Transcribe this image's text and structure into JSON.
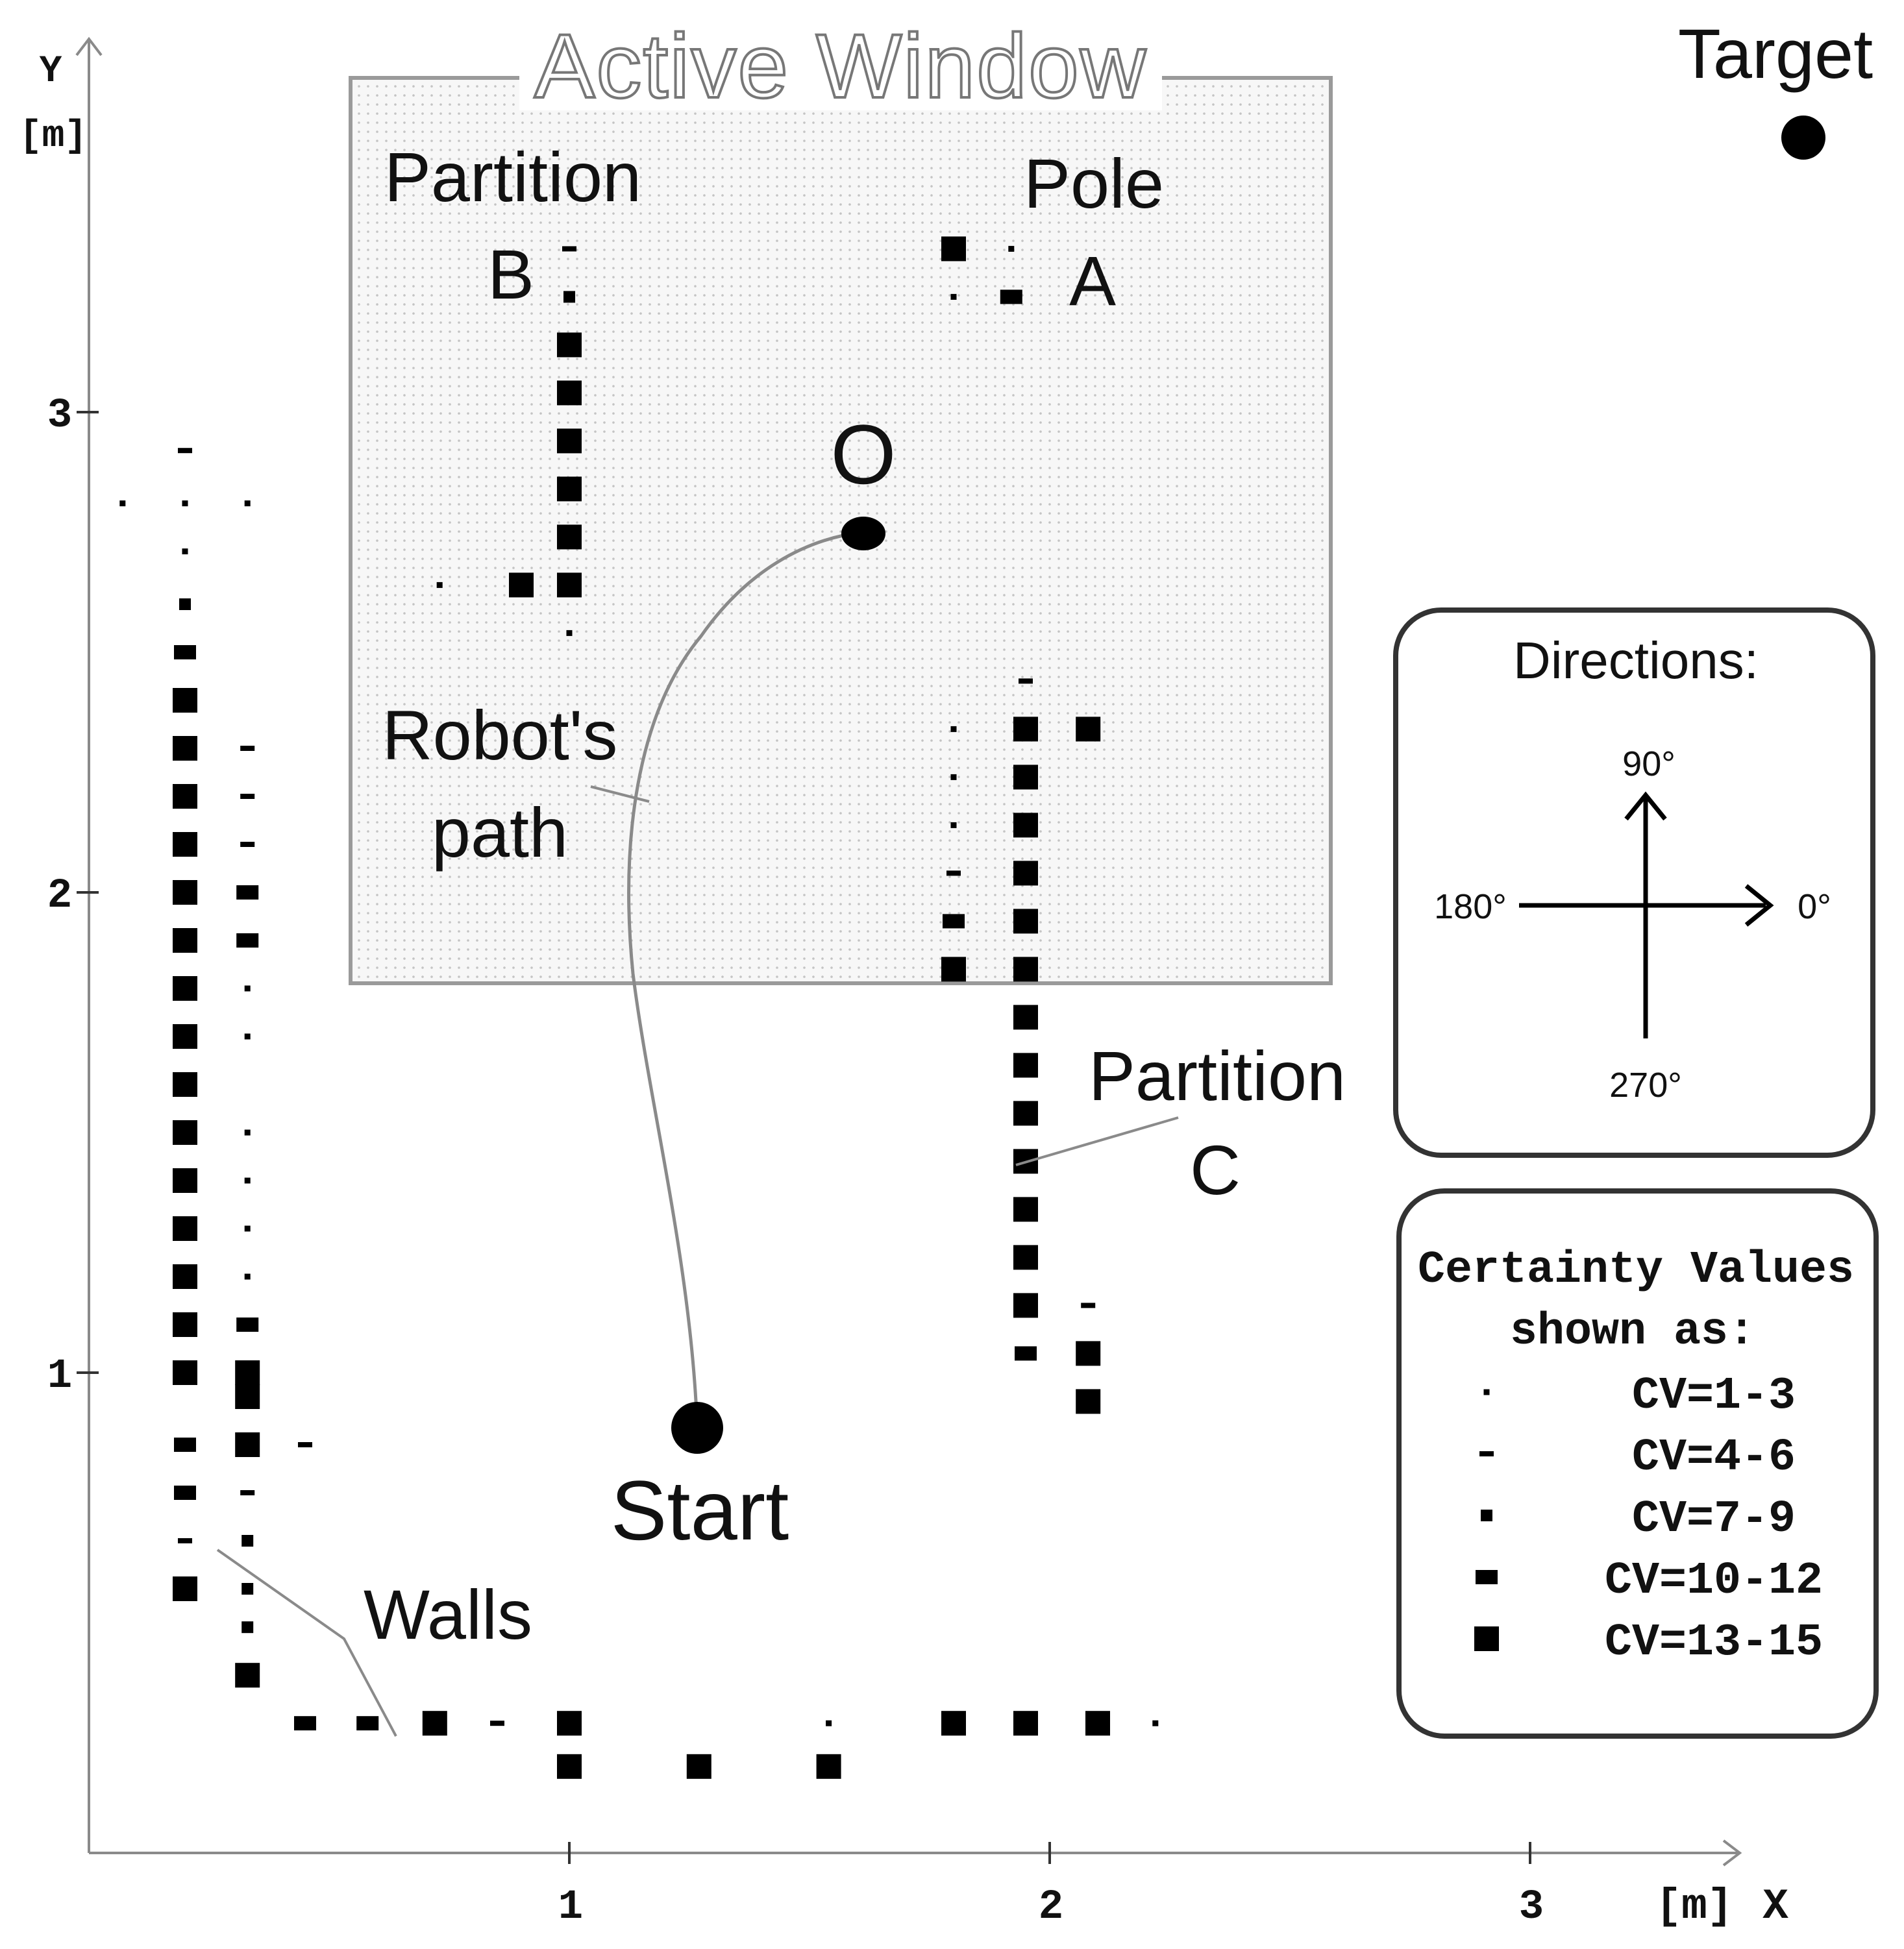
{
  "axes": {
    "y_name": "Y",
    "y_unit": "[m]",
    "x_unit": "[m]",
    "x_name": "X",
    "x_ticks": [
      "1",
      "2",
      "3"
    ],
    "y_ticks": [
      "1",
      "2",
      "3"
    ]
  },
  "window": {
    "title": "Active Window"
  },
  "labels": {
    "target": "Target",
    "partition_b_line1": "Partition",
    "partition_b_line2": "B",
    "pole_line1": "Pole",
    "pole_line2": "A",
    "o_marker": "O",
    "robot_path_line1": "Robot's",
    "robot_path_line2": "path",
    "partition_c_line1": "Partition",
    "partition_c_line2": "C",
    "start": "Start",
    "walls": "Walls"
  },
  "directions": {
    "title": "Directions:",
    "north": "90°",
    "west": "180°",
    "east": "0°",
    "south": "270°"
  },
  "legend": {
    "title_line1": "Certainty Values",
    "title_line2": "shown as:",
    "items": [
      {
        "label": "CV=1-3",
        "level": 1
      },
      {
        "label": "CV=4-6",
        "level": 2
      },
      {
        "label": "CV=7-9",
        "level": 3
      },
      {
        "label": "CV=10-12",
        "level": 4
      },
      {
        "label": "CV=13-15",
        "level": 5
      }
    ]
  },
  "cells": [
    [
      0.2,
      2.92,
      2
    ],
    [
      0.07,
      2.81,
      1
    ],
    [
      0.2,
      2.81,
      1
    ],
    [
      0.33,
      2.81,
      1
    ],
    [
      0.2,
      2.71,
      1
    ],
    [
      0.2,
      2.6,
      3
    ],
    [
      0.2,
      2.5,
      4
    ],
    [
      0.2,
      2.4,
      5
    ],
    [
      0.2,
      2.3,
      5
    ],
    [
      0.2,
      2.2,
      5
    ],
    [
      0.2,
      2.1,
      5
    ],
    [
      0.2,
      2.0,
      5
    ],
    [
      0.2,
      1.9,
      5
    ],
    [
      0.2,
      1.8,
      5
    ],
    [
      0.2,
      1.7,
      5
    ],
    [
      0.2,
      1.6,
      5
    ],
    [
      0.2,
      1.5,
      5
    ],
    [
      0.2,
      1.4,
      5
    ],
    [
      0.2,
      1.3,
      5
    ],
    [
      0.2,
      1.2,
      5
    ],
    [
      0.2,
      1.1,
      5
    ],
    [
      0.2,
      1.0,
      5
    ],
    [
      0.2,
      0.85,
      4
    ],
    [
      0.2,
      0.75,
      4
    ],
    [
      0.2,
      0.65,
      2
    ],
    [
      0.2,
      0.55,
      5
    ],
    [
      0.33,
      2.3,
      2
    ],
    [
      0.33,
      2.2,
      2
    ],
    [
      0.33,
      2.1,
      2
    ],
    [
      0.33,
      2.0,
      4
    ],
    [
      0.33,
      1.9,
      4
    ],
    [
      0.33,
      1.8,
      1
    ],
    [
      0.33,
      1.7,
      1
    ],
    [
      0.33,
      1.5,
      1
    ],
    [
      0.33,
      1.4,
      1
    ],
    [
      0.33,
      1.3,
      1
    ],
    [
      0.33,
      1.2,
      1
    ],
    [
      0.33,
      1.1,
      4
    ],
    [
      0.33,
      1.0,
      5
    ],
    [
      0.33,
      0.95,
      5
    ],
    [
      0.33,
      0.85,
      5
    ],
    [
      0.33,
      0.75,
      2
    ],
    [
      0.33,
      0.65,
      3
    ],
    [
      0.33,
      0.55,
      3
    ],
    [
      0.33,
      0.47,
      3
    ],
    [
      0.33,
      0.37,
      5
    ],
    [
      0.45,
      0.85,
      2
    ],
    [
      0.45,
      0.27,
      4
    ],
    [
      0.58,
      0.27,
      4
    ],
    [
      0.72,
      0.27,
      5
    ],
    [
      0.85,
      0.27,
      2
    ],
    [
      1.0,
      0.27,
      5
    ],
    [
      1.0,
      0.18,
      5
    ],
    [
      1.27,
      0.18,
      5
    ],
    [
      1.54,
      0.18,
      5
    ],
    [
      1.54,
      0.27,
      1
    ],
    [
      1.8,
      0.27,
      5
    ],
    [
      1.95,
      0.27,
      5
    ],
    [
      2.1,
      0.27,
      5
    ],
    [
      2.22,
      0.27,
      1
    ],
    [
      1.0,
      3.34,
      2
    ],
    [
      1.0,
      3.24,
      3
    ],
    [
      1.0,
      3.14,
      5
    ],
    [
      1.0,
      3.04,
      5
    ],
    [
      1.0,
      2.94,
      5
    ],
    [
      1.0,
      2.84,
      5
    ],
    [
      1.0,
      2.74,
      5
    ],
    [
      1.0,
      2.64,
      5
    ],
    [
      1.0,
      2.54,
      1
    ],
    [
      0.9,
      2.64,
      5
    ],
    [
      0.73,
      2.64,
      1
    ],
    [
      1.8,
      3.34,
      5
    ],
    [
      1.8,
      3.24,
      1
    ],
    [
      1.92,
      3.34,
      1
    ],
    [
      1.92,
      3.24,
      4
    ],
    [
      1.95,
      2.44,
      2
    ],
    [
      1.95,
      2.34,
      5
    ],
    [
      1.95,
      2.24,
      5
    ],
    [
      1.95,
      2.14,
      5
    ],
    [
      1.95,
      2.04,
      5
    ],
    [
      1.95,
      1.94,
      5
    ],
    [
      1.95,
      1.84,
      5
    ],
    [
      1.95,
      1.74,
      5
    ],
    [
      1.95,
      1.64,
      5
    ],
    [
      1.95,
      1.54,
      5
    ],
    [
      1.95,
      1.44,
      5
    ],
    [
      1.95,
      1.34,
      5
    ],
    [
      1.95,
      1.24,
      5
    ],
    [
      1.95,
      1.14,
      5
    ],
    [
      1.95,
      1.04,
      4
    ],
    [
      2.08,
      2.34,
      5
    ],
    [
      2.08,
      1.14,
      2
    ],
    [
      2.08,
      1.04,
      5
    ],
    [
      2.08,
      0.94,
      5
    ],
    [
      1.8,
      2.34,
      1
    ],
    [
      1.8,
      2.24,
      1
    ],
    [
      1.8,
      2.14,
      1
    ],
    [
      1.8,
      2.04,
      2
    ],
    [
      1.8,
      1.94,
      4
    ],
    [
      1.8,
      1.84,
      5
    ]
  ]
}
